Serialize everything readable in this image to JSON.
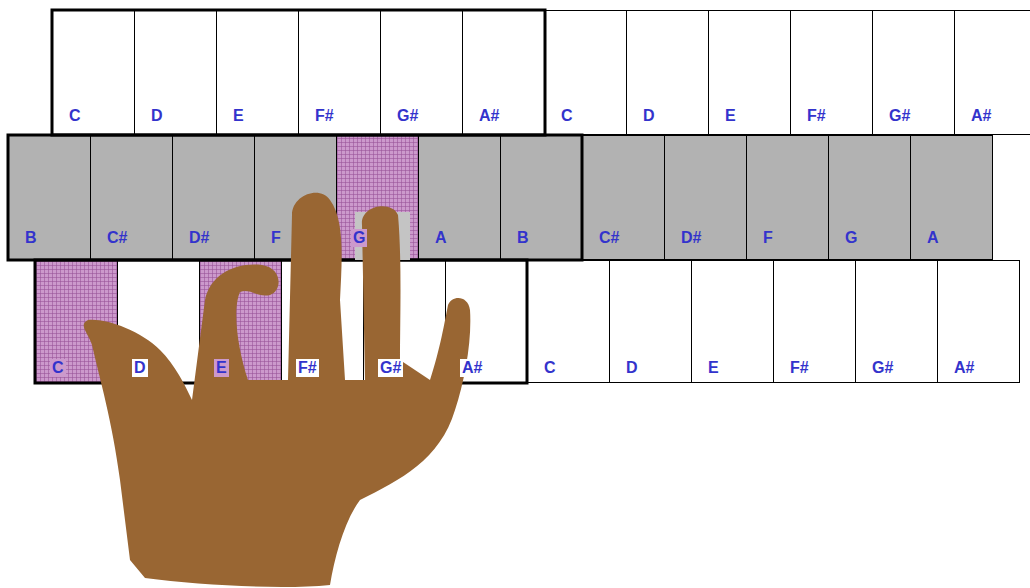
{
  "diagram": {
    "nodes": [
      {
        "text": [
          "C"
        ]
      },
      {
        "text": [
          "D"
        ]
      },
      {
        "text": [
          "E"
        ]
      },
      {
        "text": [
          "F#"
        ]
      },
      {
        "text": [
          "G#"
        ]
      },
      {
        "text": [
          "A#"
        ]
      },
      {
        "text": [
          "C"
        ]
      },
      {
        "text": [
          "D"
        ]
      },
      {
        "text": [
          "E"
        ]
      },
      {
        "text": [
          "F#"
        ]
      },
      {
        "text": [
          "G#"
        ]
      },
      {
        "text": [
          "A#"
        ]
      },
      {
        "text": [
          "B"
        ]
      },
      {
        "text": [
          "C#"
        ]
      },
      {
        "text": [
          "D#"
        ]
      },
      {
        "text": [
          "F"
        ]
      },
      {
        "text": [
          "G"
        ]
      },
      {
        "text": [
          "A"
        ]
      },
      {
        "text": [
          "B"
        ]
      },
      {
        "text": [
          "C#"
        ]
      },
      {
        "text": [
          "D#"
        ]
      },
      {
        "text": [
          "F"
        ]
      },
      {
        "text": [
          "G"
        ]
      },
      {
        "text": [
          "A"
        ]
      },
      {
        "text": [
          "C"
        ]
      },
      {
        "text": [
          "D"
        ]
      },
      {
        "text": [
          "E"
        ]
      },
      {
        "text": [
          "F#"
        ]
      },
      {
        "text": [
          "G#"
        ]
      },
      {
        "text": [
          "A#"
        ]
      },
      {
        "text": [
          "C"
        ]
      },
      {
        "text": [
          "D"
        ]
      },
      {
        "text": [
          "E"
        ]
      },
      {
        "text": [
          "F#"
        ]
      },
      {
        "text": [
          "G#"
        ]
      },
      {
        "text": [
          "A#"
        ]
      }
    ]
  }
}
